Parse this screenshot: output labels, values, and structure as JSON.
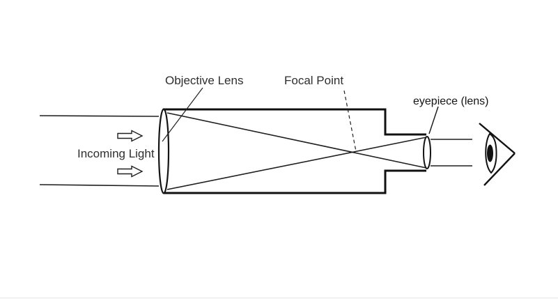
{
  "diagram": {
    "type": "refracting-telescope-ray-diagram",
    "labels": {
      "objective_lens": "Objective Lens",
      "focal_point": "Focal Point",
      "eyepiece": "eyepiece (lens)",
      "incoming_light": "Incoming Light"
    },
    "icons": {
      "incoming_arrow": "right-arrow-icon",
      "eye": "eye-icon"
    },
    "colors": {
      "background": "#ffffff",
      "line": "#1f1f1f",
      "tube_outline": "#111111",
      "label_text": "#2e2e2e"
    }
  }
}
